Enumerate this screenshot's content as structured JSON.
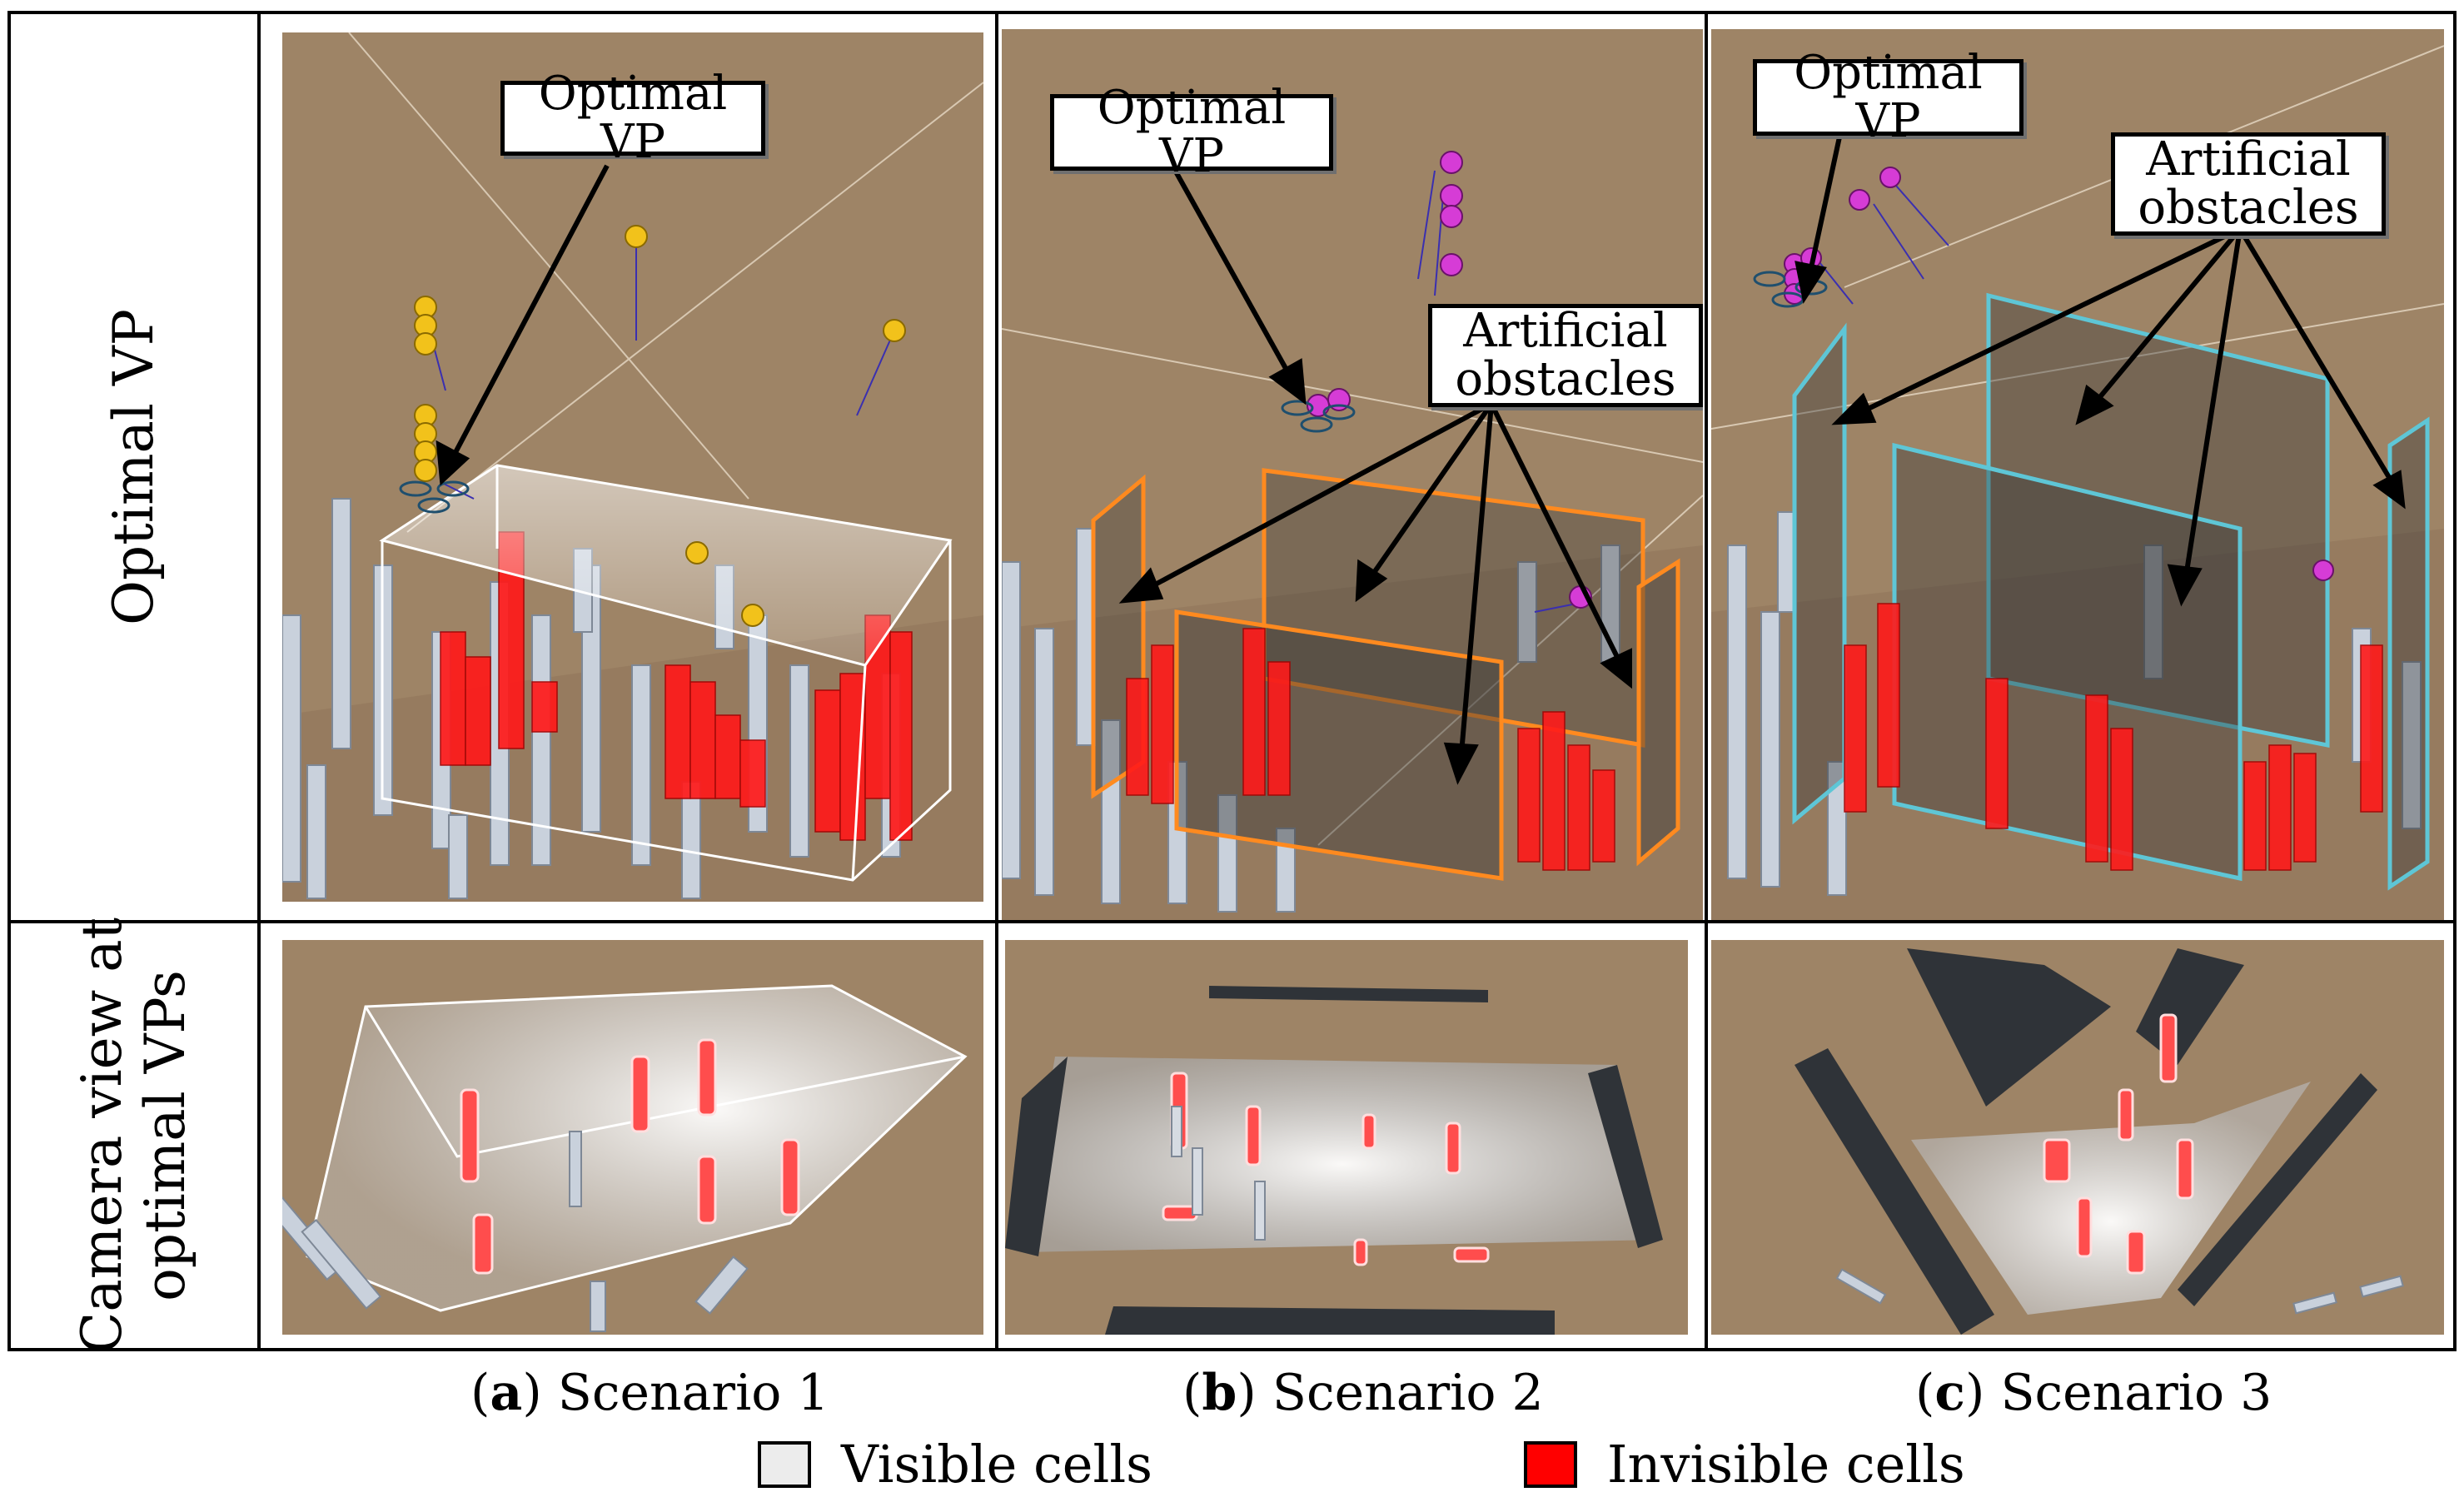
{
  "rows": {
    "top_label": "Optimal VP",
    "bottom_label_line1": "Camera view at",
    "bottom_label_line2": "optimal VPs"
  },
  "panels": {
    "a": {
      "callouts": [
        "Optimal VP"
      ]
    },
    "b": {
      "callouts": [
        "Optimal VP",
        "Artificial obstacles"
      ]
    },
    "c": {
      "callouts": [
        "Optimal VP",
        "Artificial obstacles"
      ]
    }
  },
  "captions": [
    {
      "letter": "a",
      "text": "Scenario 1"
    },
    {
      "letter": "b",
      "text": "Scenario 2"
    },
    {
      "letter": "c",
      "text": "Scenario 3"
    }
  ],
  "legend": [
    {
      "label": "Visible cells",
      "color": "#ececec"
    },
    {
      "label": "Invisible cells",
      "color": "#ff0000"
    }
  ],
  "colors": {
    "ground": "#9e8466",
    "invisible_cells": "#ff0000",
    "obstacle_outline_orange": "#ff8a1f",
    "obstacle_outline_cyan": "#5ec6d6",
    "vp_yellow": "#f2c21b",
    "vp_magenta": "#d63cd6"
  }
}
